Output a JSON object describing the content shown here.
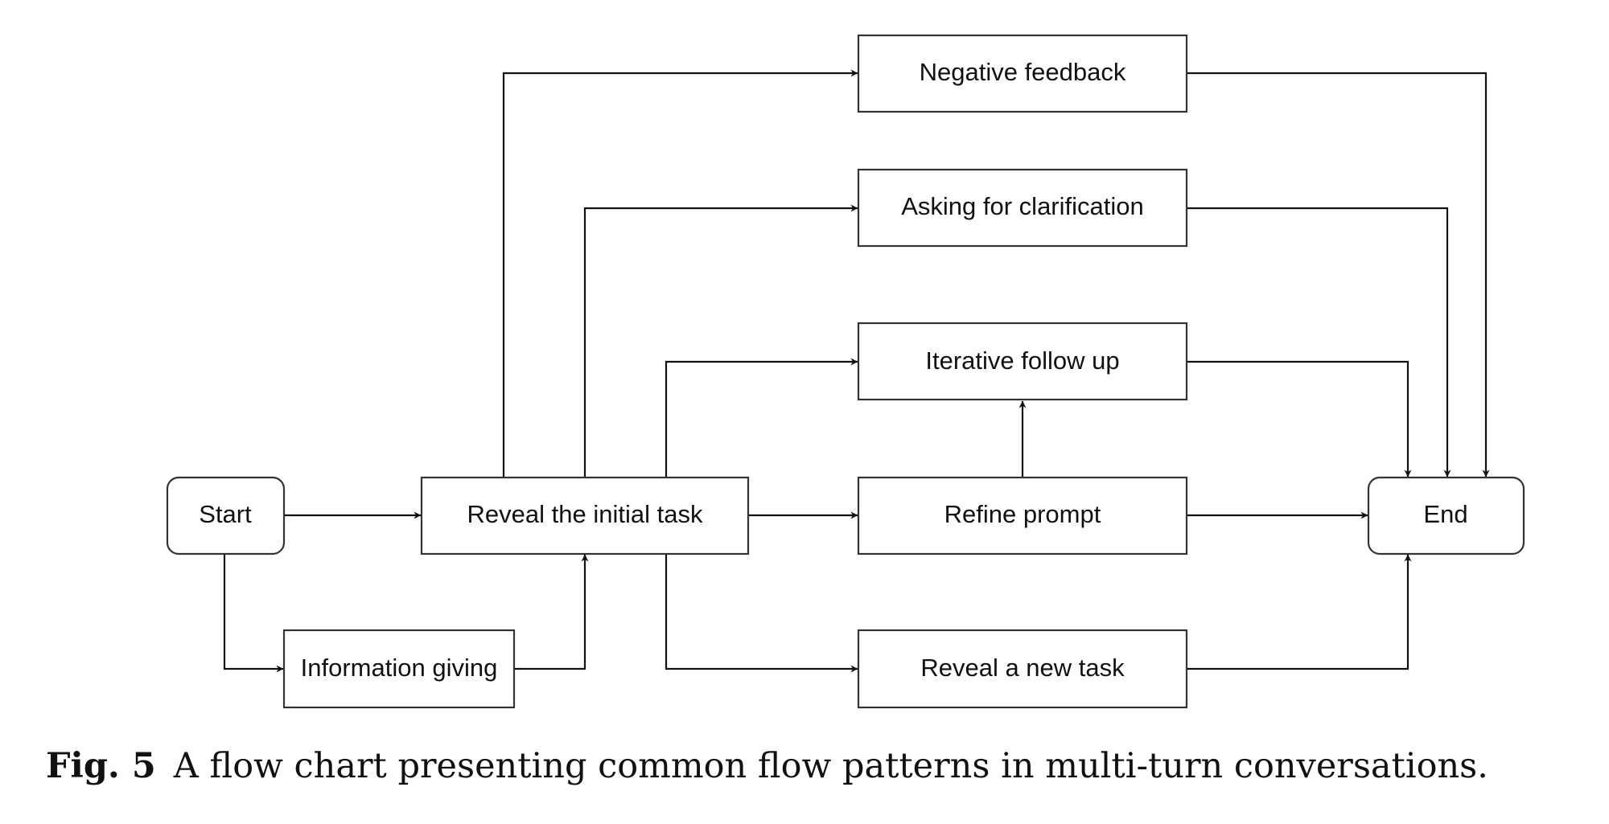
{
  "diagram": {
    "nodes": [
      {
        "id": "start",
        "label": "Start"
      },
      {
        "id": "reveal-initial",
        "label": "Reveal the initial task"
      },
      {
        "id": "info-giving",
        "label": "Information giving"
      },
      {
        "id": "negative-feedback",
        "label": "Negative feedback"
      },
      {
        "id": "asking-clarification",
        "label": "Asking for clarification"
      },
      {
        "id": "iterative-follow-up",
        "label": "Iterative follow up"
      },
      {
        "id": "refine-prompt",
        "label": "Refine prompt"
      },
      {
        "id": "reveal-new",
        "label": "Reveal a new task"
      },
      {
        "id": "end",
        "label": "End"
      }
    ],
    "edges": [
      {
        "from": "start",
        "to": "reveal-initial"
      },
      {
        "from": "start",
        "to": "info-giving"
      },
      {
        "from": "info-giving",
        "to": "reveal-initial"
      },
      {
        "from": "reveal-initial",
        "to": "negative-feedback"
      },
      {
        "from": "reveal-initial",
        "to": "asking-clarification"
      },
      {
        "from": "reveal-initial",
        "to": "iterative-follow-up"
      },
      {
        "from": "reveal-initial",
        "to": "refine-prompt"
      },
      {
        "from": "reveal-initial",
        "to": "reveal-new"
      },
      {
        "from": "refine-prompt",
        "to": "iterative-follow-up"
      },
      {
        "from": "refine-prompt",
        "to": "end"
      },
      {
        "from": "negative-feedback",
        "to": "end"
      },
      {
        "from": "asking-clarification",
        "to": "end"
      },
      {
        "from": "iterative-follow-up",
        "to": "end"
      },
      {
        "from": "reveal-new",
        "to": "end"
      }
    ]
  },
  "caption": {
    "label": "Fig. 5",
    "text": "A flow chart presenting common flow patterns in multi-turn conversations."
  }
}
